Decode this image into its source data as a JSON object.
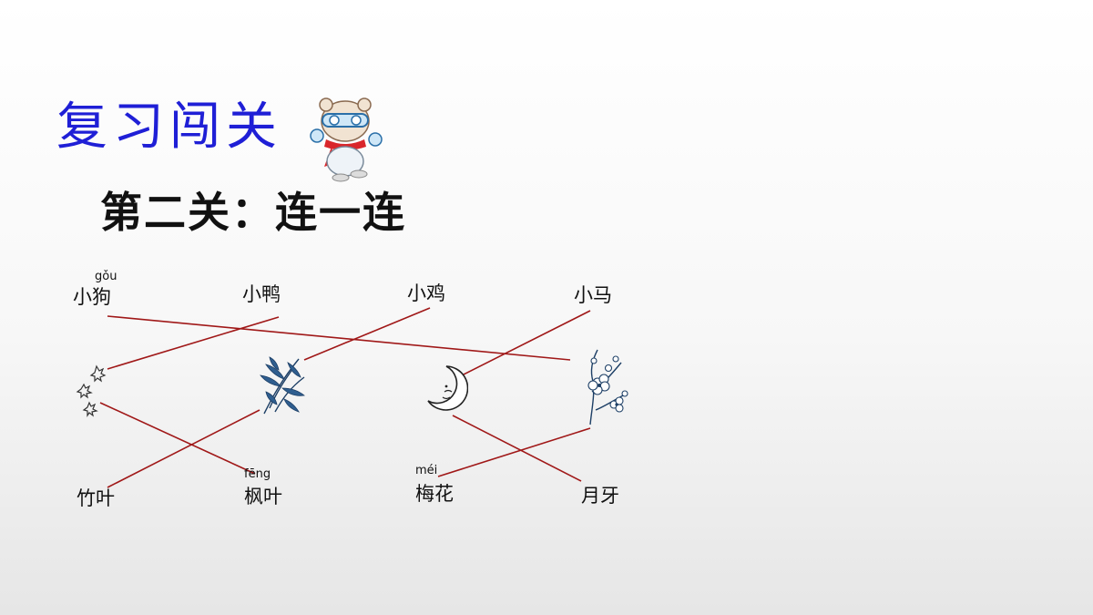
{
  "slide": {
    "title": "复习闯关",
    "subtitle": "第二关：连一连"
  },
  "top_words": [
    {
      "text": "小狗",
      "pinyin": "gǒu"
    },
    {
      "text": "小鸭"
    },
    {
      "text": "小鸡"
    },
    {
      "text": "小马"
    }
  ],
  "bottom_words": [
    {
      "text": "竹叶"
    },
    {
      "text": "枫叶",
      "pinyin": "fēng"
    },
    {
      "text": "梅花",
      "pinyin": "méi"
    },
    {
      "text": "月牙"
    }
  ],
  "pictures": [
    "maple-leaf-footprints",
    "bamboo-leaves",
    "crescent-moon",
    "plum-blossom"
  ],
  "colors": {
    "title": "#1f1fd6",
    "line": "#a01818"
  }
}
